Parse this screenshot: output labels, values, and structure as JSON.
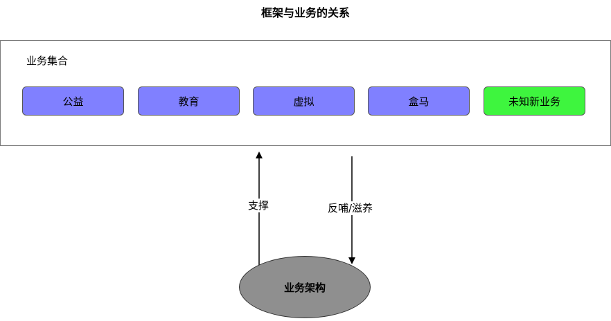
{
  "title": "框架与业务的关系",
  "business_set": {
    "label": "业务集合",
    "items": [
      "公益",
      "教育",
      "虚拟",
      "盒马",
      "未知新业务"
    ],
    "colors": {
      "known": "#8080ff",
      "unknown": "#3ef53e"
    }
  },
  "arrows": {
    "support_label": "支撑",
    "feedback_label": "反哺/滋养"
  },
  "framework": {
    "label": "业务架构",
    "color": "#8f8f8f"
  }
}
